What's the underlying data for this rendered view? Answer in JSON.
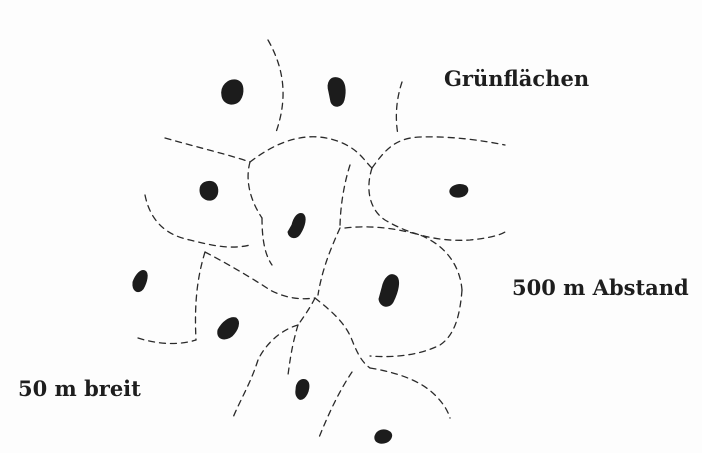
{
  "labels": {
    "green_areas": "Grünflächen",
    "distance": "500 m Abstand",
    "width": "50 m breit"
  }
}
